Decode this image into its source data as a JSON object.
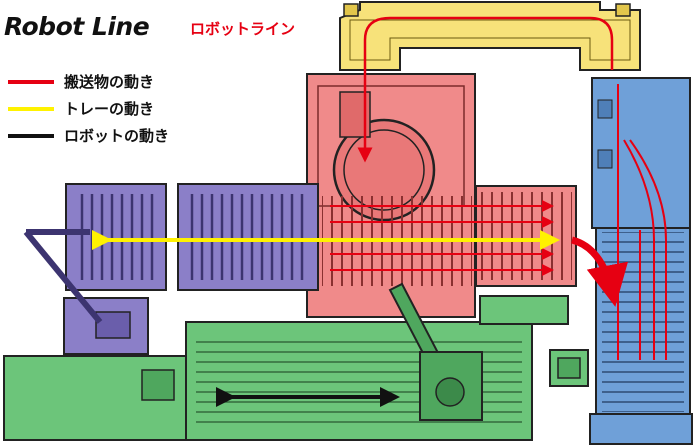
{
  "title": "Robot Line",
  "subtitle": "ロボットライン",
  "legend": [
    {
      "label": "搬送物の動き",
      "color": "#e60012"
    },
    {
      "label": "トレーの動き",
      "color": "#fff200"
    },
    {
      "label": "ロボットの動き",
      "color": "#111111"
    }
  ],
  "colors": {
    "conveyor_purple": "#8b7fc8",
    "cell_red": "#f08a8a",
    "conveyor_yellow": "#f7e27a",
    "conveyor_blue": "#6fa0d8",
    "base_green": "#6cc57a"
  }
}
